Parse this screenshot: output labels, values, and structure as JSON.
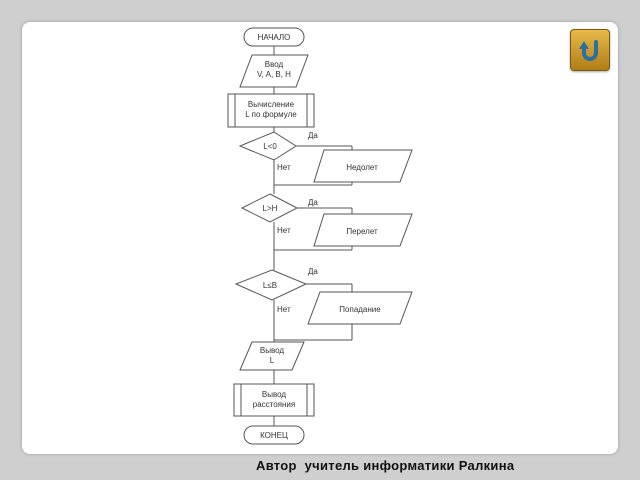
{
  "flowchart": {
    "start": "НАЧАЛО",
    "input": [
      "Ввод",
      "V, A, B, H"
    ],
    "compute": [
      "Вычисление",
      "L по формуле"
    ],
    "cond1": "L<0",
    "cond1_yes": "Да",
    "cond1_no": "Нет",
    "out_under": "Недолет",
    "cond2": "L>H",
    "cond2_yes": "Да",
    "cond2_no": "Нет",
    "out_over": "Перелет",
    "cond3": "L≤B",
    "cond3_yes": "Да",
    "cond3_no": "Нет",
    "out_hit": "Попадание",
    "output_l": [
      "Вывод",
      "L"
    ],
    "output_dist": [
      "Вывод",
      "расстояния"
    ],
    "end": "КОНЕЦ"
  },
  "back_button_icon": "return-arrow-icon",
  "footer": "Автор  учитель информатики Ралкина"
}
